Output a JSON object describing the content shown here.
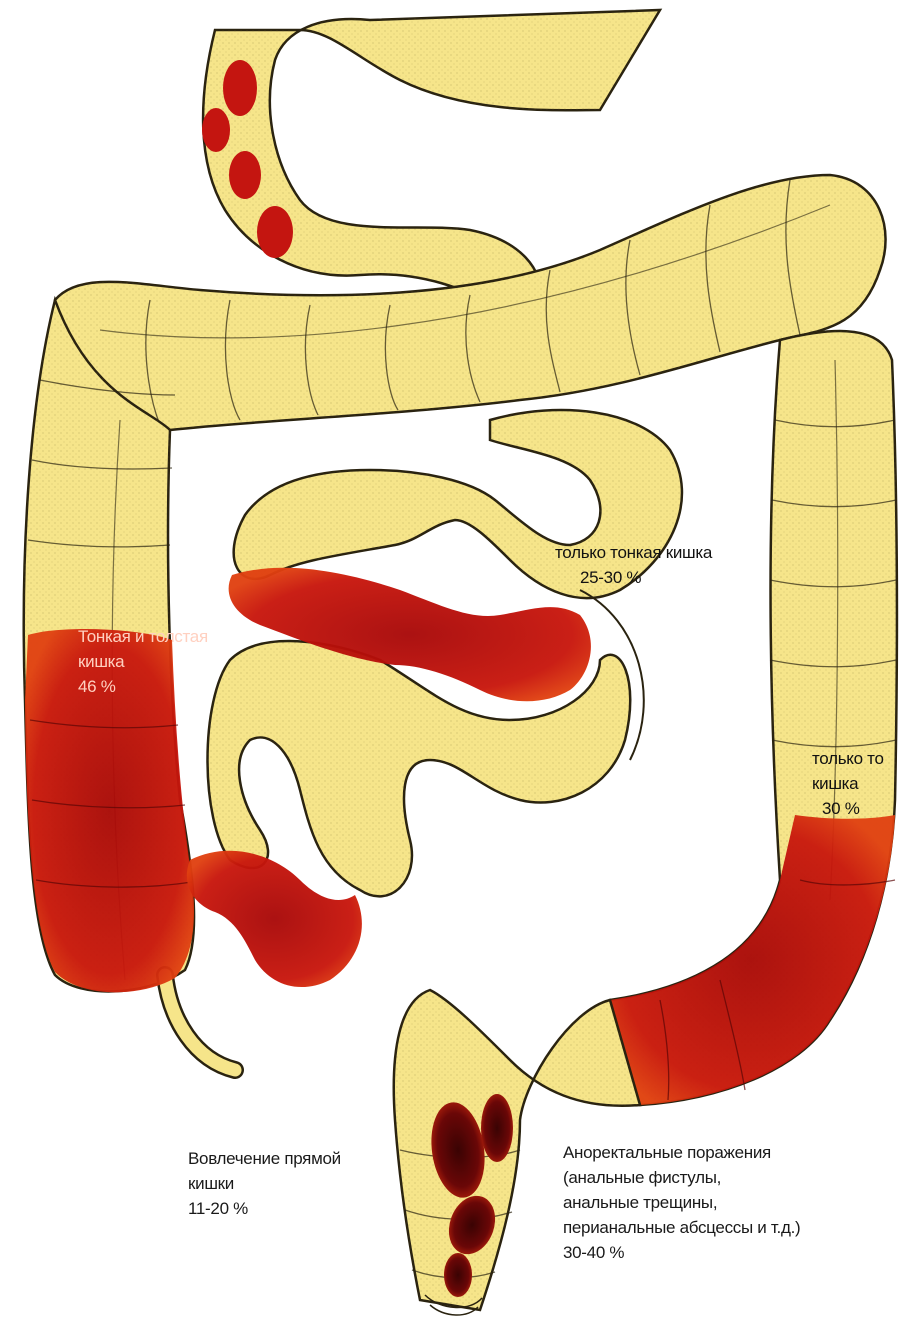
{
  "colors": {
    "tissue": "#f6e58a",
    "tissue_edge": "#2a2310",
    "lesion": "#c0130c",
    "lesion_core": "#5a0606",
    "background": "#ffffff"
  },
  "labels": {
    "small_and_large": {
      "line1": "Тонкая и толстая",
      "line2": "кишка",
      "line3": "46 %"
    },
    "small_only": {
      "line1": "только тонкая кишка",
      "line2": "25-30 %"
    },
    "large_only": {
      "line1": "только то",
      "line2": "кишка",
      "line3": "30 %"
    },
    "rectum": {
      "line1": "Вовлечение прямой",
      "line2": "кишки",
      "line3": "11-20 %"
    },
    "anorectal": {
      "line1": "Аноректальные поражения",
      "line2": "(анальные фистулы,",
      "line3": "анальные трещины,",
      "line4": "перианальные абсцессы и т.д.)",
      "line5": "30-40 %"
    }
  }
}
